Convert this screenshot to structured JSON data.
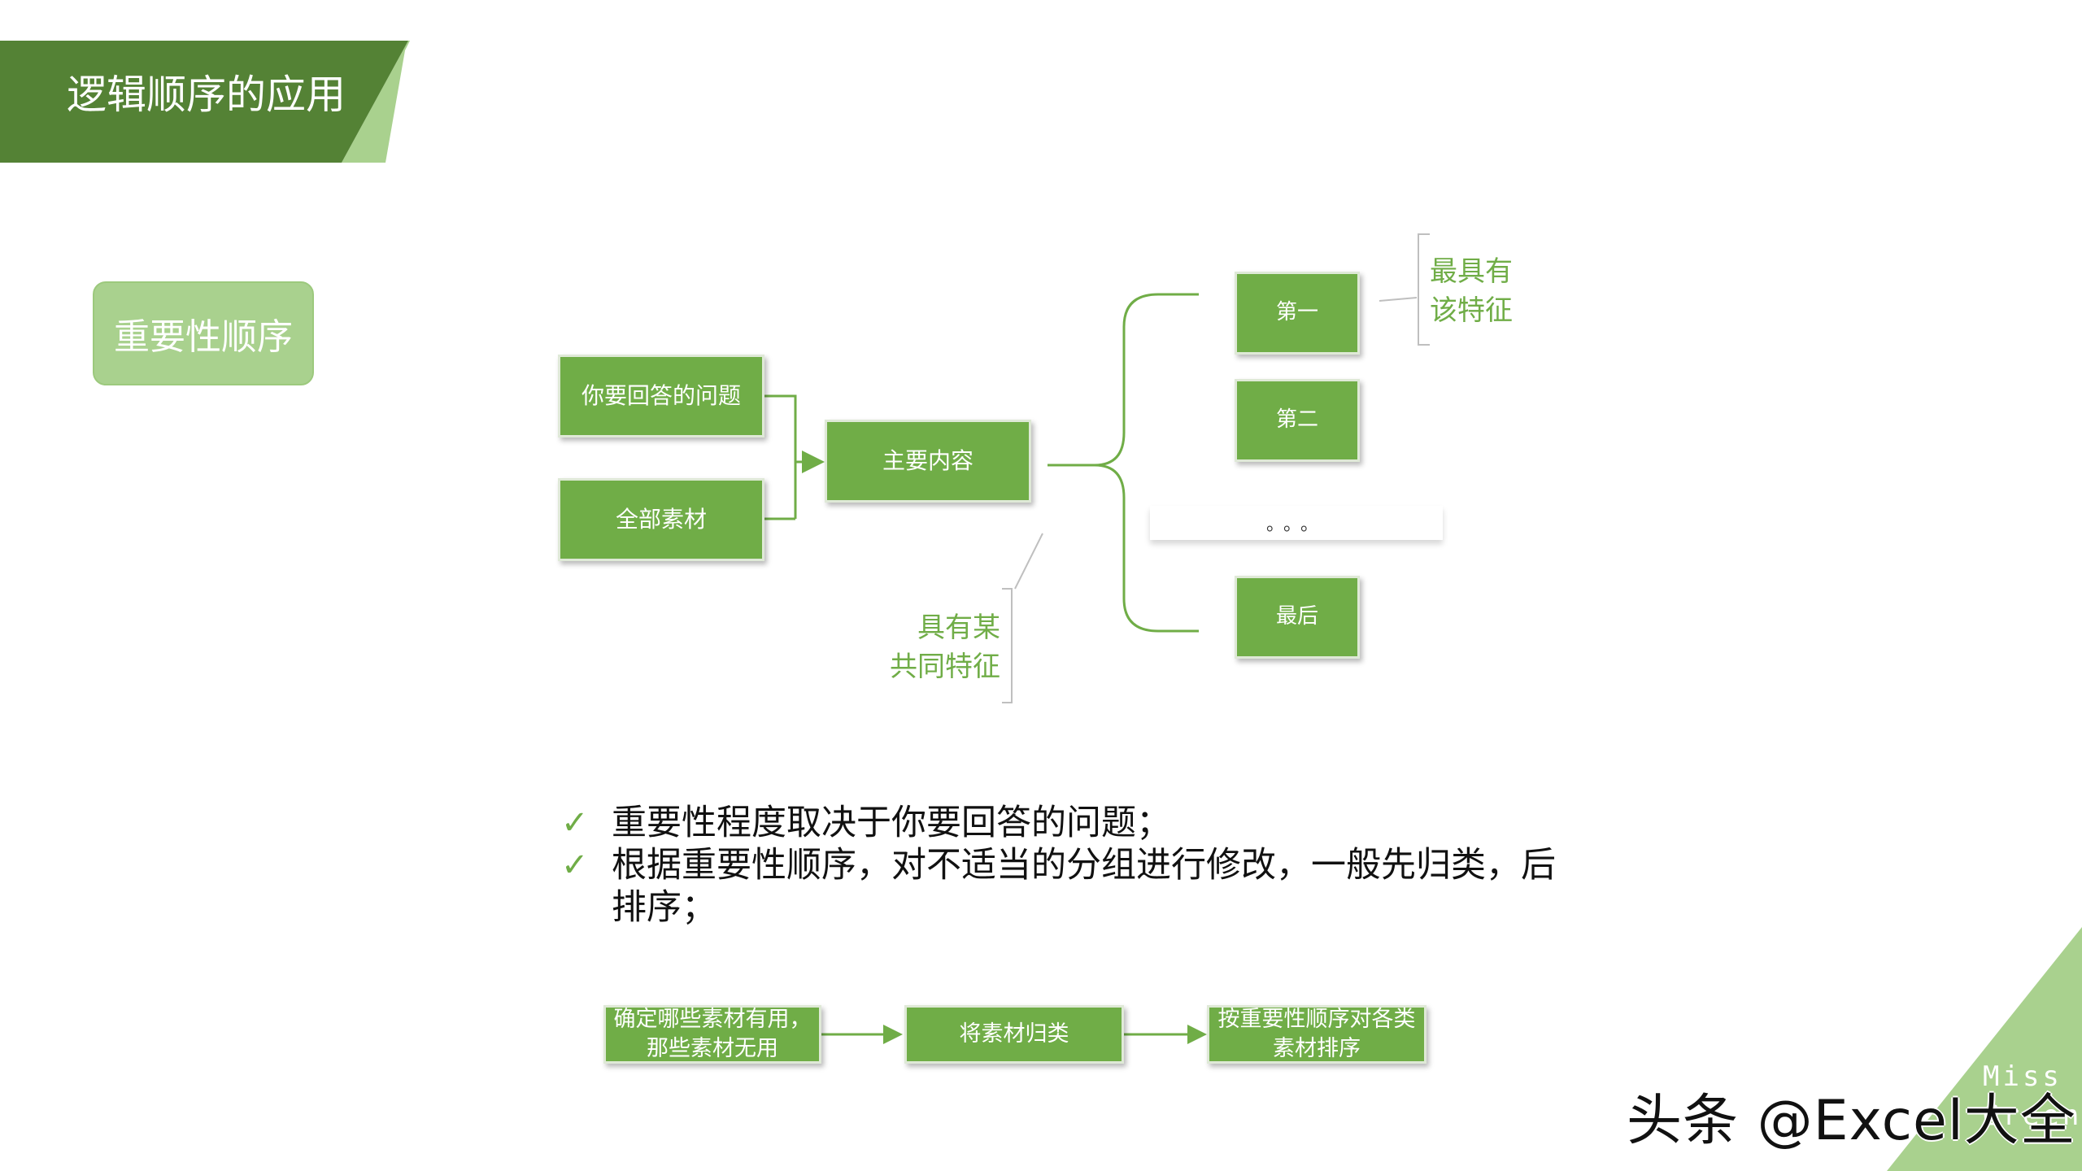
{
  "header": {
    "title": "逻辑顺序的应用",
    "colors": {
      "dark_green": "#548235",
      "light_green": "#a9d18e"
    }
  },
  "side_tag": {
    "label": "重要性顺序"
  },
  "diagram": {
    "inputs": [
      "你要回答的问题",
      "全部素材"
    ],
    "main": "主要内容",
    "branches": [
      "第一",
      "第二",
      "最后"
    ],
    "ellipsis": "。。。",
    "annotation_top": [
      "最具有",
      "该特征"
    ],
    "annotation_bottom": [
      "具有某",
      "共同特征"
    ],
    "colors": {
      "box": "#70ad47",
      "box_border": "#dfe9d7",
      "line": "#70ad47"
    }
  },
  "bullets": [
    "重要性程度取决于你要回答的问题；",
    "根据重要性顺序，对不适当的分组进行修改，一般先归类，后排序；"
  ],
  "flow": {
    "steps": [
      "确定哪些素材有用，那些素材无用",
      "将素材归类",
      "按重要性顺序对各类素材排序"
    ]
  },
  "footer": {
    "watermark": "头条 @Excel大全",
    "brand_line1": "Miss",
    "brand_line2": "Green"
  }
}
